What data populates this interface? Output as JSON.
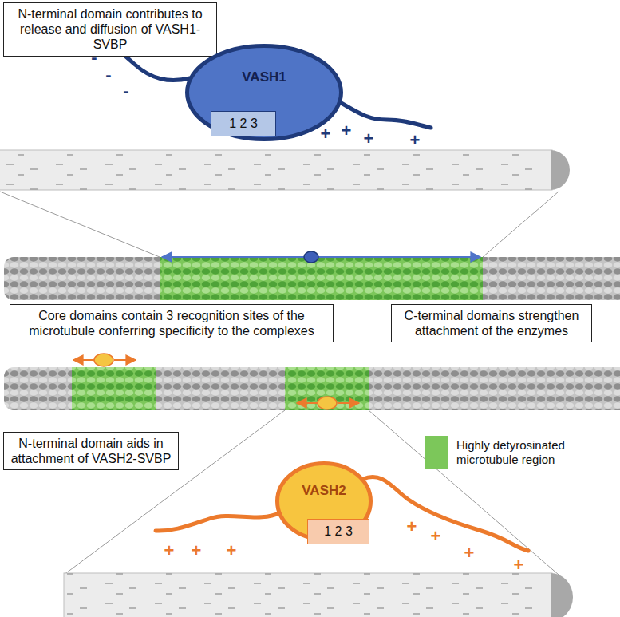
{
  "diagram": {
    "nodes": [
      {
        "text": [
          "N-terminal domain contributes to release and diffusion of VASH1-SVBP"
        ]
      },
      {
        "text": [
          "VASH1"
        ]
      },
      {
        "text": [
          "1 2 3"
        ],
        "in": 1
      },
      {
        "text": [
          "Core domains contain 3 recognition sites of the microtubule conferring specificity to the complexes"
        ]
      },
      {
        "text": [
          "C-terminal domains strengthen attachment of the enzymes"
        ]
      },
      {
        "text": [
          "N-terminal domain aids in attachment of VASH2-SVBP"
        ]
      },
      {
        "text": [
          "VASH2"
        ]
      },
      {
        "text": [
          "1 2 3"
        ],
        "in": 6
      }
    ],
    "labels": [
      "-",
      "-",
      "-",
      "+",
      "+",
      "+",
      "+",
      "+",
      "+",
      "+",
      "+",
      "+",
      "+",
      "+"
    ],
    "legend": [
      {
        "text": "Highly detyrosinated microtubule region",
        "color": "#7cc75a"
      }
    ]
  }
}
